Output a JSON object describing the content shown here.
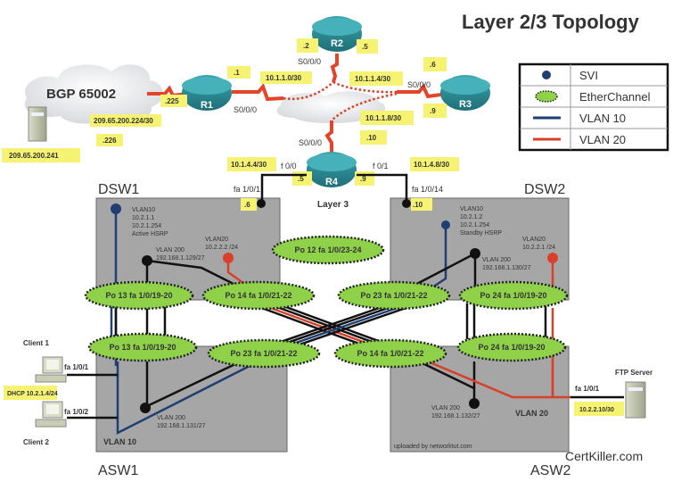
{
  "title": "Layer 2/3 Topology",
  "colors": {
    "vlan10": "#1f3f73",
    "vlan20": "#d9402a",
    "serial": "#e2452a",
    "etherchannel": "#8fd24a",
    "switch": "#a6a6a6",
    "router": "#2e8b94",
    "label_bg": "#f6f272"
  },
  "legend": {
    "items": [
      {
        "icon": "svi-dot-icon",
        "label": "SVI"
      },
      {
        "icon": "etherchannel-ellipse-icon",
        "label": "EtherChannel"
      },
      {
        "icon": "vlan10-line-icon",
        "label": "VLAN 10"
      },
      {
        "icon": "vlan20-line-icon",
        "label": "VLAN  20"
      }
    ]
  },
  "bgp": {
    "cloud_label": "BGP 65002",
    "server_ip": "209.65.200.241",
    "link_net": "209.65.200.224/30",
    "r1_addr": ".225",
    "peer_addr": ".226"
  },
  "routers": {
    "r1": {
      "name": "R1",
      "addr": ".1",
      "iface": "S0/0/0"
    },
    "r2": {
      "name": "R2",
      "addr_left": ".2",
      "addr_right": ".5",
      "iface": "S0/0/0"
    },
    "r3": {
      "name": "R3",
      "addr_top": ".6",
      "addr_bottom": ".9",
      "iface": "S0/0/0"
    },
    "r4": {
      "name": "R4",
      "iface_serial": "S0/0/0",
      "iface_left": "f 0/0",
      "iface_right": "f 0/1",
      "addr_left": ".5",
      "addr_right": ".9",
      "addr_serial": ".10",
      "layer_label": "Layer 3"
    }
  },
  "subnets": {
    "r1_r2": "10.1.1.0/30",
    "r2_r3": "10.1.1.4/30",
    "r3_r4": "10.1.1.8/30",
    "r4_dsw1": "10.1.4.4/30",
    "r4_dsw2": "10.1.4.8/30"
  },
  "dsw1": {
    "name": "DSW1",
    "uplink_iface": "fa 1/0/1",
    "uplink_addr": ".6",
    "vlan10": [
      "VLAN10",
      "10.2.1.1",
      "10.2.1.254",
      "Active HSRP"
    ],
    "vlan20": [
      "VLAN20",
      "10.2.2.2 /24"
    ],
    "vlan200": [
      "VLAN 200",
      "192.168.1.129/27"
    ]
  },
  "dsw2": {
    "name": "DSW2",
    "uplink_iface": "fa 1/0/14",
    "uplink_addr": ".10",
    "vlan10": [
      "VLAN10",
      "10.2.1.2",
      "10.2.1.254",
      "Standby HSRP"
    ],
    "vlan20": [
      "VLAN20",
      "10.2.2.1 /24"
    ],
    "vlan200": [
      "VLAN 200",
      "192.168.1.130/27"
    ]
  },
  "asw1": {
    "name": "ASW1",
    "vlan200": [
      "VLAN 200",
      "192.168.1.131/27"
    ],
    "vlan10_label": "VLAN 10"
  },
  "asw2": {
    "name": "ASW2",
    "vlan200": [
      "VLAN 200",
      "192.168.1.132/27"
    ],
    "vlan20_label": "VLAN 20",
    "watermark": "uploaded by networktut.com"
  },
  "etherchannels": [
    {
      "id": "po12",
      "label": "Po 12  fa 1/0/23-24"
    },
    {
      "id": "po13-dsw1",
      "label": "Po 13  fa 1/0/19-20"
    },
    {
      "id": "po14-dsw1",
      "label": "Po 14  fa 1/0/21-22"
    },
    {
      "id": "po23-dsw2",
      "label": "Po 23  fa 1/0/21-22"
    },
    {
      "id": "po24-dsw2",
      "label": "Po 24  fa 1/0/19-20"
    },
    {
      "id": "po13-asw1",
      "label": "Po 13  fa 1/0/19-20"
    },
    {
      "id": "po23-asw1",
      "label": "Po 23  fa 1/0/21-22"
    },
    {
      "id": "po14-asw2",
      "label": "Po 14  fa 1/0/21-22"
    },
    {
      "id": "po24-asw2",
      "label": "Po 24  fa 1/0/19-20"
    }
  ],
  "clients": {
    "client1": "Client 1",
    "client2": "Client 2",
    "client1_iface": "fa 1/0/1",
    "client2_iface": "fa 1/0/2",
    "dhcp": "DHCP 10.2.1.4/24"
  },
  "ftp": {
    "name": "FTP Server",
    "iface": "fa 1/0/1",
    "ip": "10.2.2.10/30"
  },
  "watermark": "CertKiller.com"
}
